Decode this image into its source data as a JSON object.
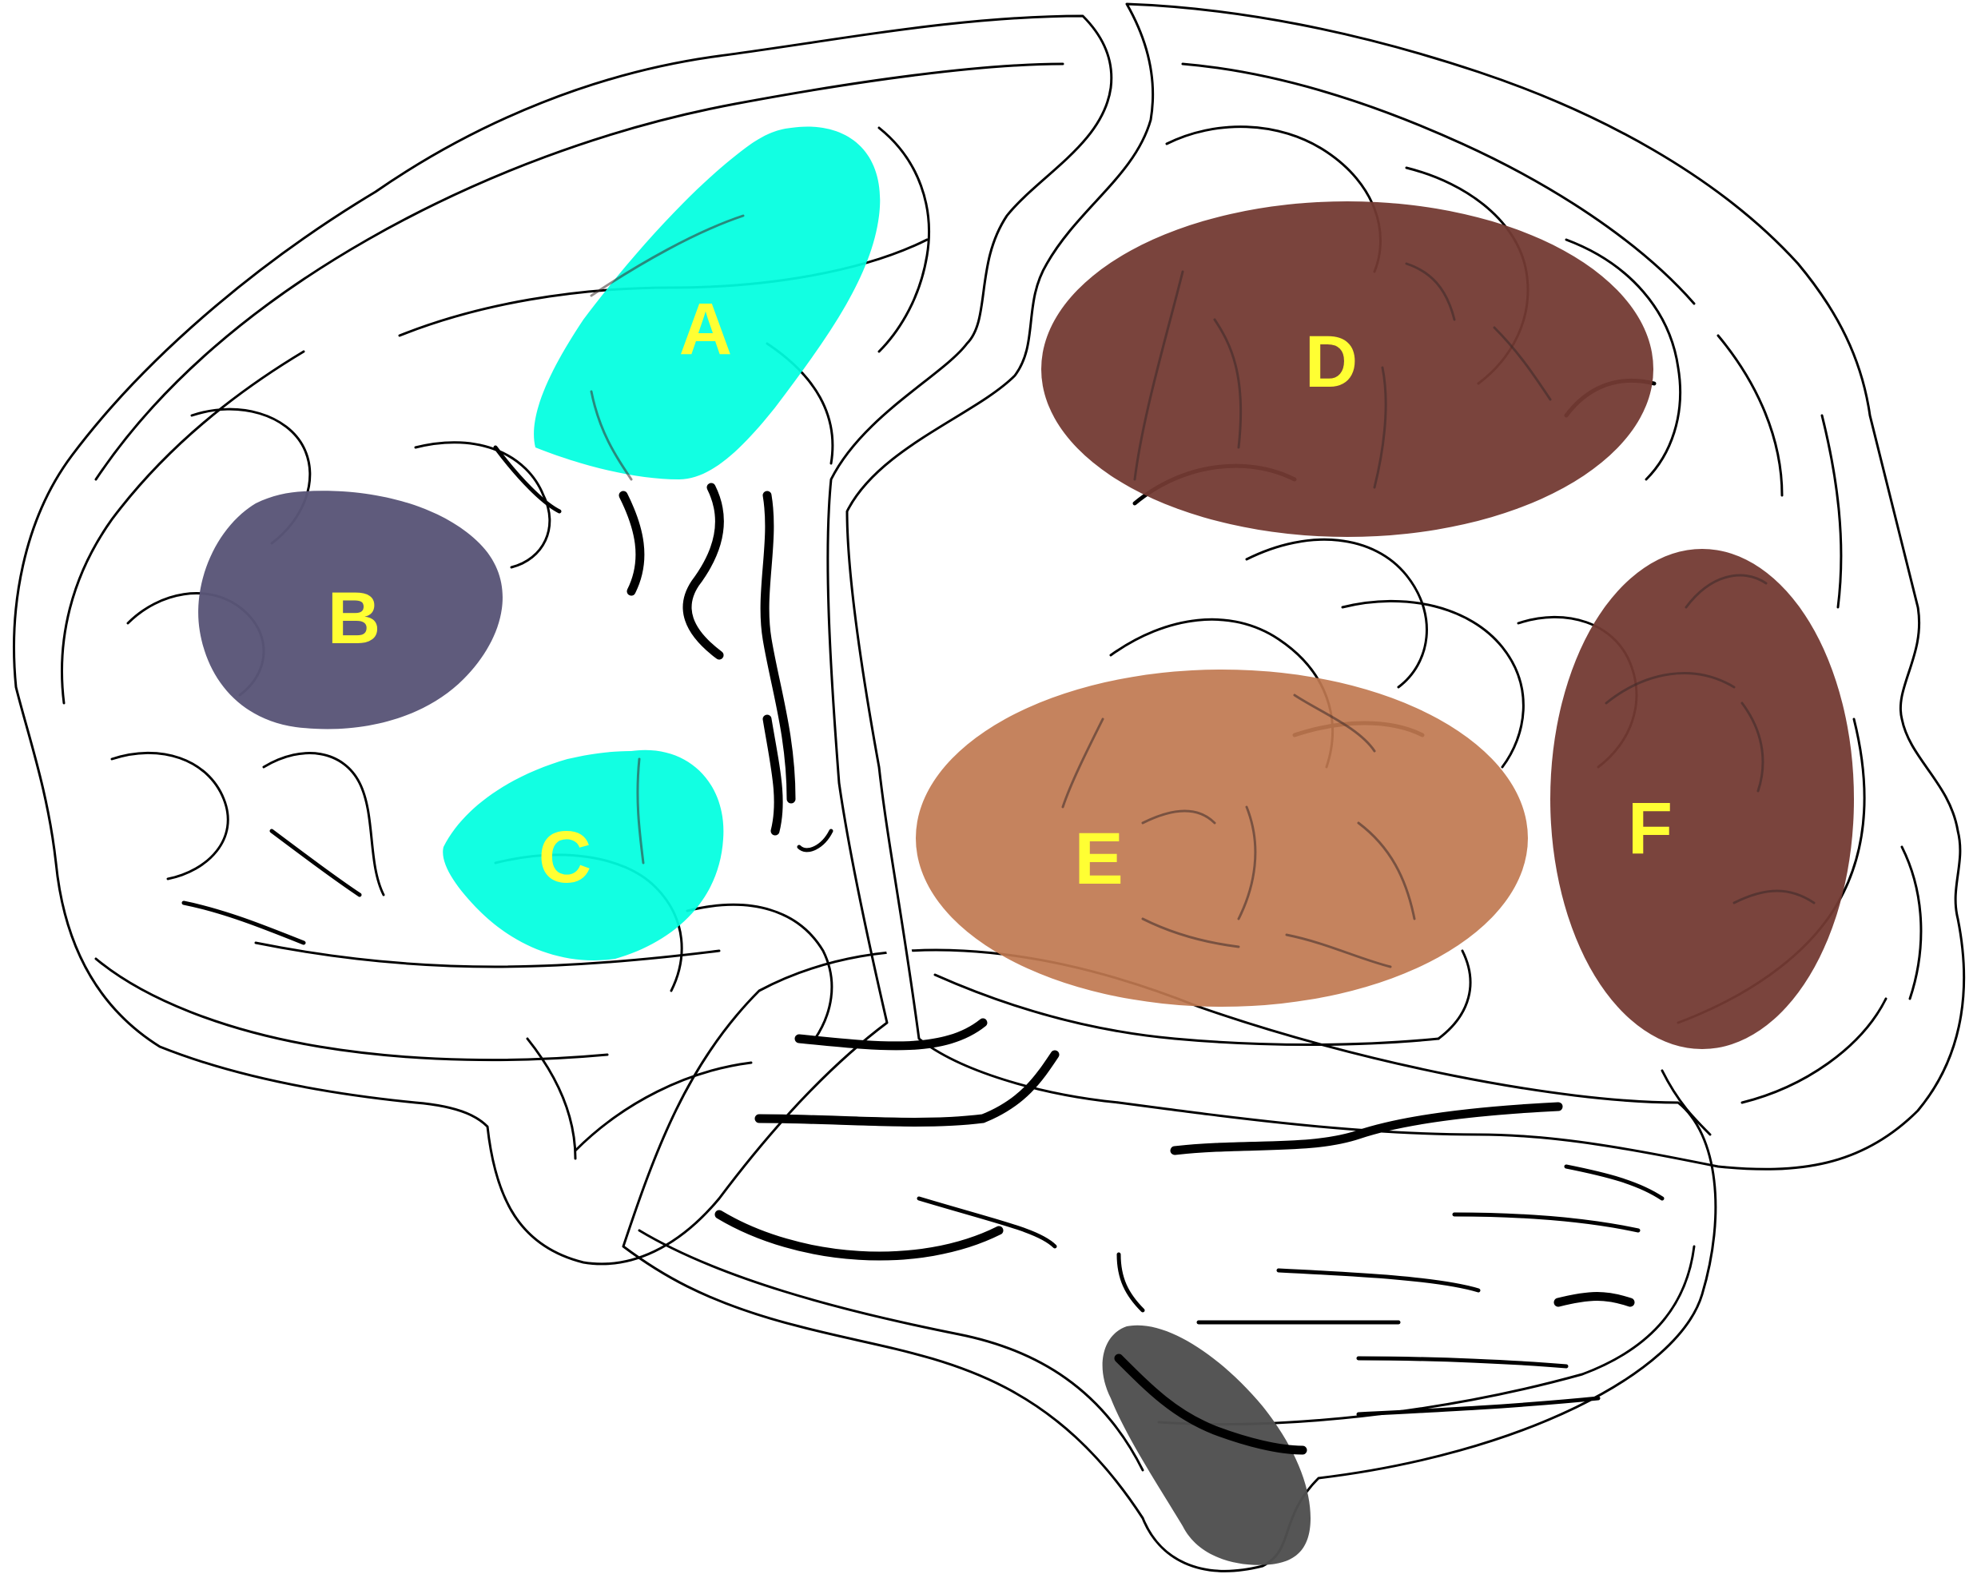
{
  "colors": {
    "frontal_lobe": "#33ff33",
    "posterior_cortex": "#ff0000",
    "region_a": "#00ffe0",
    "region_b": "#5a5678",
    "region_c": "#00ffe0",
    "region_d": "#733a33",
    "region_e": "#c07850",
    "region_f": "#733a33",
    "brainstem_region": "#505050",
    "label_text": "#ffff33",
    "outline": "#000000"
  },
  "regions": [
    {
      "id": "A",
      "label": "A"
    },
    {
      "id": "B",
      "label": "B"
    },
    {
      "id": "C",
      "label": "C"
    },
    {
      "id": "D",
      "label": "D"
    },
    {
      "id": "E",
      "label": "E"
    },
    {
      "id": "F",
      "label": "F"
    }
  ]
}
